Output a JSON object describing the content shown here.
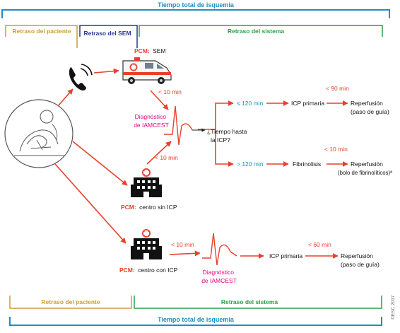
{
  "header": {
    "total_time": "Tiempo total de isquemia",
    "patient_delay": "Retraso del paciente",
    "ems_delay": "Retraso del SEM",
    "system_delay": "Retraso del sistema"
  },
  "footer": {
    "patient_delay": "Retraso del paciente",
    "system_delay": "Retraso del sistema",
    "total_time": "Tiempo total de isquemia"
  },
  "fmc_ems": {
    "prefix": "PCM:",
    "label": "SEM"
  },
  "ems_time": "< 10 min",
  "diagnosis_top": {
    "line1": "Diagnóstico",
    "line2": "de IAMCEST"
  },
  "question": {
    "line1": "¿Tiempo hasta",
    "line2": "la ICP?"
  },
  "branch_fast": {
    "time": "≤ 120 min",
    "action": "ICP primaria",
    "delay": "< 90 min",
    "result1": "Reperfusión",
    "result2": "(paso de guía)"
  },
  "branch_slow": {
    "time": "> 120 min",
    "action": "Fibrinolisis",
    "delay": "< 10 min",
    "result1": "Reperfusión",
    "result2": "(bolo de fibrinolíticos)ª"
  },
  "non_pci_time": "< 10 min",
  "fmc_non_pci": {
    "prefix": "PCM:",
    "label": "centro sin ICP"
  },
  "fmc_pci": {
    "prefix": "PCM:",
    "label": "centro con ICP"
  },
  "pci_center_time": "< 10 min",
  "diagnosis_bottom": {
    "line1": "Diagnóstico",
    "line2": "de IAMCEST"
  },
  "bottom_flow": {
    "action": "ICP primaria",
    "delay": "< 60 min",
    "result1": "Reperfusión",
    "result2": "(paso de guía)"
  },
  "copyright": "©ESC 2017",
  "colors": {
    "blue_bar": "#1a8fc7",
    "patient_gold": "#c8a032",
    "ems_navy": "#2b3990",
    "system_green": "#2aa048",
    "arrow_red": "#e8402d",
    "magenta": "#e6007e",
    "time_blue": "#1a8fc7"
  }
}
